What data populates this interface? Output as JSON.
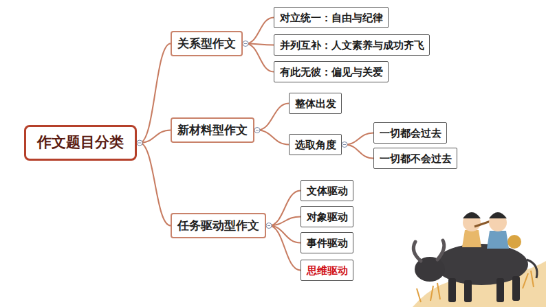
{
  "diagram": {
    "nodes": [
      {
        "text": [
          "作文题目分类"
        ]
      },
      {
        "text": [
          "关系型作文"
        ]
      },
      {
        "text": [
          "对立统一：自由与纪律"
        ]
      },
      {
        "text": [
          "并列互补：人文素养与成功齐飞"
        ]
      },
      {
        "text": [
          "有此无彼：偏见与关爱"
        ]
      },
      {
        "text": [
          "新材料型作文"
        ]
      },
      {
        "text": [
          "整体出发"
        ]
      },
      {
        "text": [
          "选取角度"
        ]
      },
      {
        "text": [
          "一切都会过去"
        ]
      },
      {
        "text": [
          "一切都不会过去"
        ]
      },
      {
        "text": [
          "任务驱动型作文"
        ]
      },
      {
        "text": [
          "文体驱动"
        ]
      },
      {
        "text": [
          "对象驱动"
        ]
      },
      {
        "text": [
          "事件驱动"
        ]
      },
      {
        "text": [
          "思维驱动"
        ]
      }
    ],
    "edges": [
      {
        "from": 0,
        "to": 1,
        "arrow": "none"
      },
      {
        "from": 0,
        "to": 5,
        "arrow": "none"
      },
      {
        "from": 0,
        "to": 10,
        "arrow": "none"
      },
      {
        "from": 1,
        "to": 2,
        "arrow": "none"
      },
      {
        "from": 1,
        "to": 3,
        "arrow": "none"
      },
      {
        "from": 1,
        "to": 4,
        "arrow": "none"
      },
      {
        "from": 5,
        "to": 6,
        "arrow": "none"
      },
      {
        "from": 5,
        "to": 7,
        "arrow": "none"
      },
      {
        "from": 7,
        "to": 8,
        "arrow": "none"
      },
      {
        "from": 7,
        "to": 9,
        "arrow": "none"
      },
      {
        "from": 10,
        "to": 11,
        "arrow": "none"
      },
      {
        "from": 10,
        "to": 12,
        "arrow": "none"
      },
      {
        "from": 10,
        "to": 13,
        "arrow": "none"
      },
      {
        "from": 10,
        "to": 14,
        "arrow": "none"
      }
    ]
  }
}
